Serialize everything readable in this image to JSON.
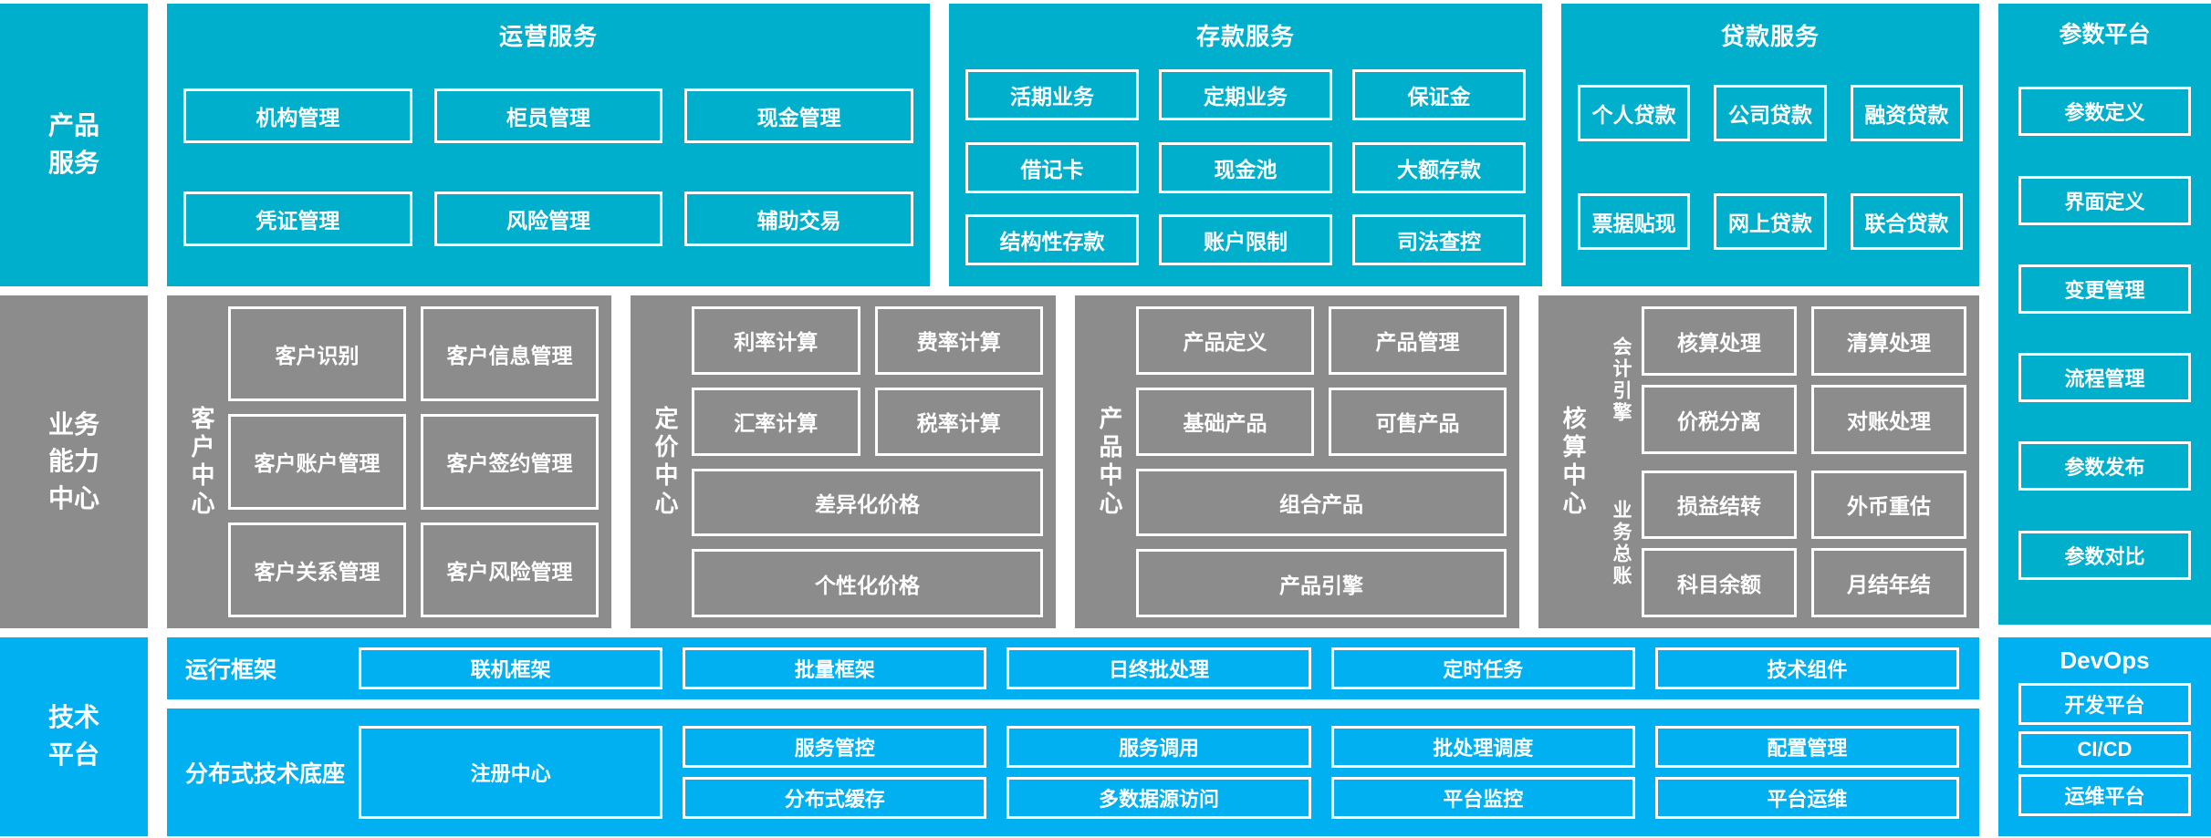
{
  "colors": {
    "teal": "#00AFCB",
    "gray": "#8C8C8C",
    "bright_blue": "#00B0F0",
    "box_border": "#FFFFFF",
    "text": "#FFFFFF"
  },
  "rows": {
    "product_service": {
      "label": "产品\n服务"
    },
    "business_capability": {
      "label": "业务\n能力\n中心"
    },
    "technology_platform": {
      "label": "技术\n平台"
    }
  },
  "product_service_groups": [
    {
      "title": "运营服务",
      "items": [
        "机构管理",
        "柜员管理",
        "现金管理",
        "凭证管理",
        "风险管理",
        "辅助交易"
      ]
    },
    {
      "title": "存款服务",
      "items": [
        "活期业务",
        "定期业务",
        "保证金",
        "借记卡",
        "现金池",
        "大额存款",
        "结构性存款",
        "账户限制",
        "司法查控"
      ]
    },
    {
      "title": "贷款服务",
      "items": [
        "个人贷款",
        "公司贷款",
        "融资贷款",
        "票据贴现",
        "网上贷款",
        "联合贷款"
      ]
    }
  ],
  "parameter_platform": {
    "title": "参数平台",
    "items": [
      "参数定义",
      "界面定义",
      "变更管理",
      "流程管理",
      "参数发布",
      "参数对比"
    ]
  },
  "business_centers": [
    {
      "vlabel": "客户中心",
      "items": [
        "客户识别",
        "客户信息管理",
        "客户账户管理",
        "客户签约管理",
        "客户关系管理",
        "客户风险管理"
      ]
    },
    {
      "vlabel": "定价中心",
      "items": [
        "利率计算",
        "费率计算",
        "汇率计算",
        "税率计算"
      ],
      "wide_items": [
        "差异化价格",
        "个性化价格"
      ]
    },
    {
      "vlabel": "产品中心",
      "items": [
        "产品定义",
        "产品管理",
        "基础产品",
        "可售产品"
      ],
      "wide_items": [
        "组合产品",
        "产品引擎"
      ]
    },
    {
      "vlabel": "核算中心",
      "subgroups": [
        {
          "vlabel": "会计引擎",
          "items": [
            "核算处理",
            "清算处理",
            "价税分离",
            "对账处理"
          ]
        },
        {
          "vlabel": "业务总账",
          "items": [
            "损益结转",
            "外币重估",
            "科目余额",
            "月结年结"
          ]
        }
      ]
    }
  ],
  "technology": {
    "run_framework": {
      "label": "运行框架",
      "items": [
        "联机框架",
        "批量框架",
        "日终批处理",
        "定时任务",
        "技术组件"
      ]
    },
    "distributed_base": {
      "label": "分布式技术底座",
      "registry": "注册中心",
      "row1": [
        "服务管控",
        "服务调用",
        "批处理调度",
        "配置管理"
      ],
      "row2": [
        "分布式缓存",
        "多数据源访问",
        "平台监控",
        "平台运维"
      ]
    }
  },
  "devops": {
    "title": "DevOps",
    "items": [
      "开发平台",
      "CI/CD",
      "运维平台"
    ]
  }
}
